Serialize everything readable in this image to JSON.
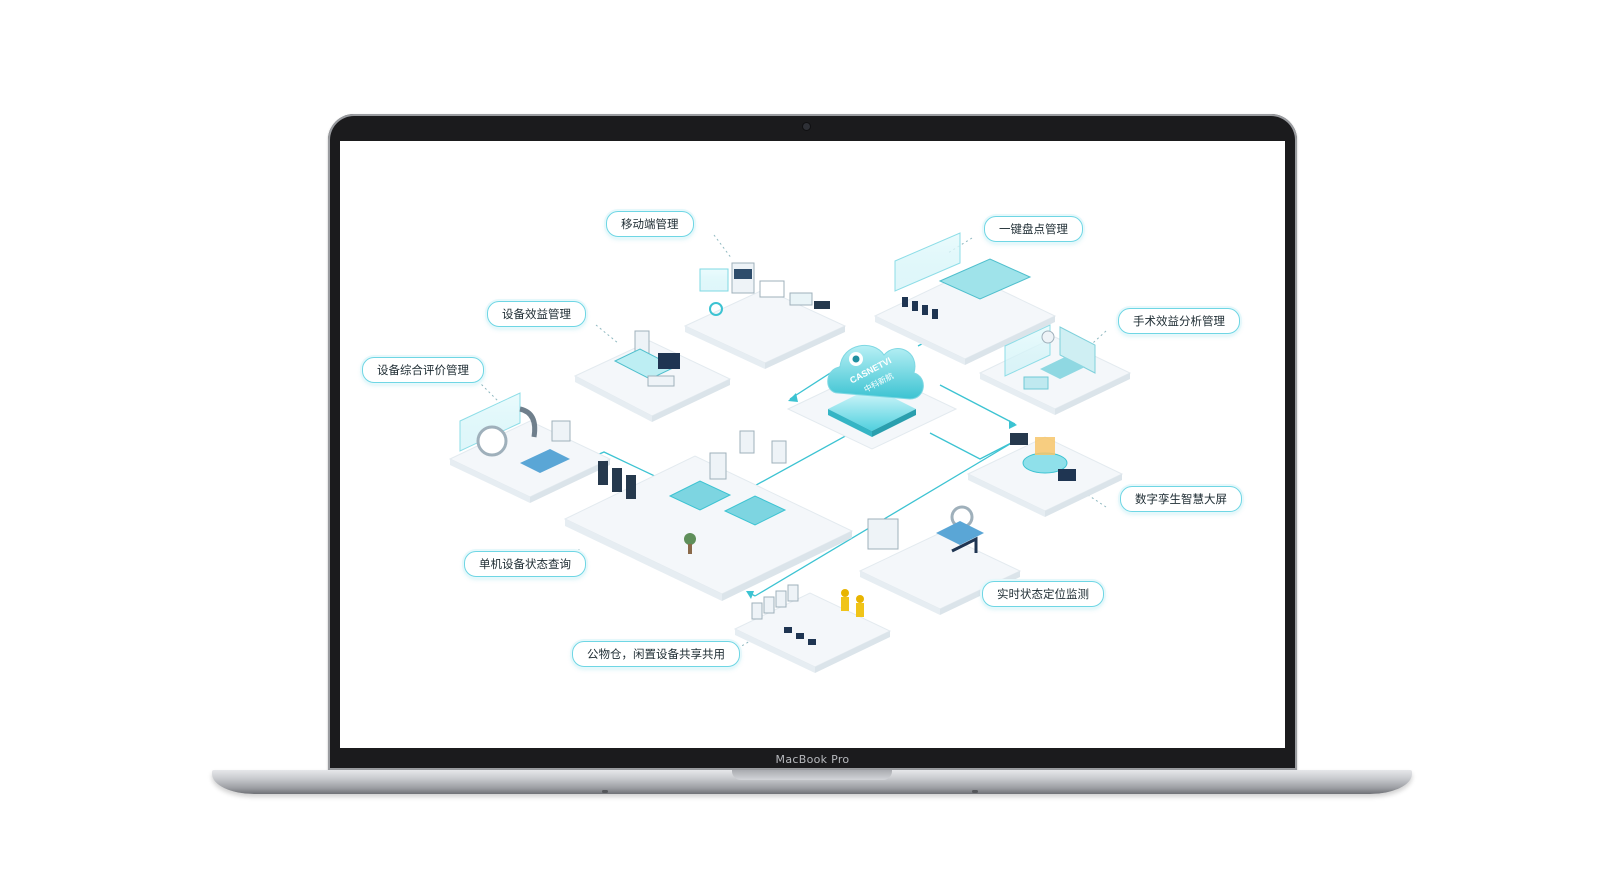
{
  "device": {
    "label": "MacBook Pro"
  },
  "diagram": {
    "center": {
      "brand_text": "CASNETVI",
      "brand_subtext": "中科新航"
    },
    "nodes": [
      {
        "id": "mobile",
        "label": "移动端管理"
      },
      {
        "id": "one-click-inventory",
        "label": "一键盘点管理"
      },
      {
        "id": "equipment-benefit",
        "label": "设备效益管理"
      },
      {
        "id": "surgery-benefit",
        "label": "手术效益分析管理"
      },
      {
        "id": "equipment-evaluation",
        "label": "设备综合评价管理"
      },
      {
        "id": "digital-twin",
        "label": "数字孪生智慧大屏"
      },
      {
        "id": "single-device-status",
        "label": "单机设备状态查询"
      },
      {
        "id": "realtime-location",
        "label": "实时状态定位监测"
      },
      {
        "id": "shared-equipment",
        "label": "公物仓，闲置设备共享共用"
      }
    ]
  },
  "colors": {
    "accent": "#3cc3d2",
    "accent_dark": "#1f8fa0",
    "platform": "#f4f7fa",
    "laptop_body": "#1b1b1d"
  }
}
